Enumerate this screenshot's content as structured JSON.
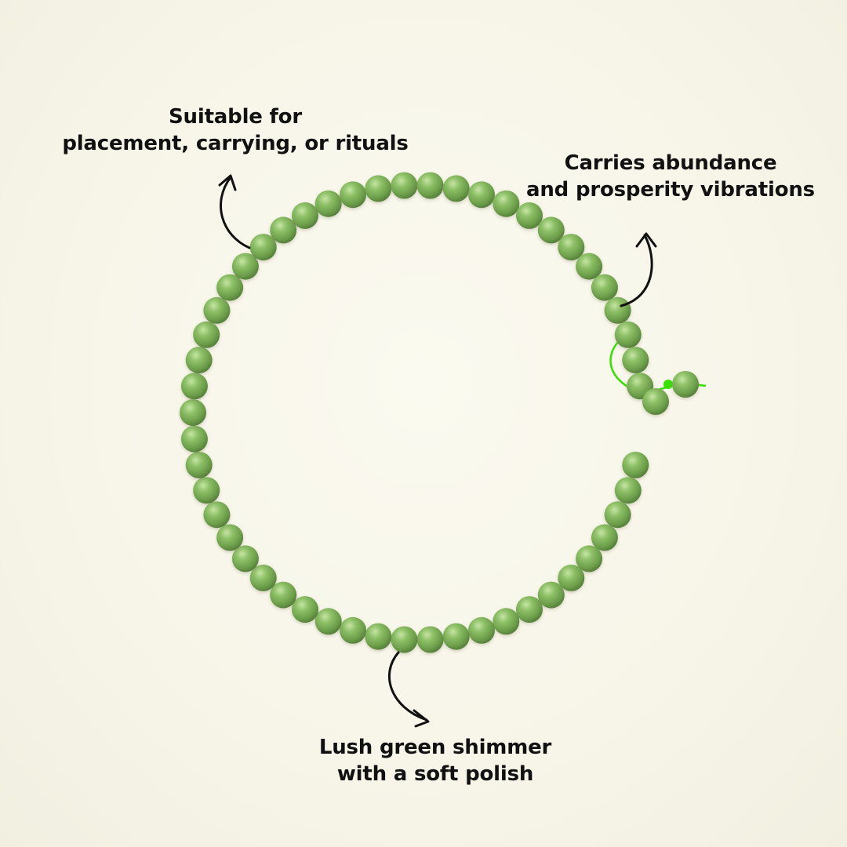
{
  "annotations": {
    "top_left": {
      "line1": "Suitable for",
      "line2": "placement, carrying, or rituals"
    },
    "top_right": {
      "line1": "Carries abundance",
      "line2": "and prosperity vibrations"
    },
    "bottom": {
      "line1": "Lush green shimmer",
      "line2": "with a soft polish"
    }
  },
  "colors": {
    "background": "#f6f4e7",
    "bead": "#7fae5b",
    "bead_dark": "#5e8f40",
    "bead_light": "#b5d98f",
    "thread": "#37e000",
    "text": "#111111"
  },
  "icons": [
    "curved-arrow-icon",
    "curved-arrow-icon",
    "curved-arrow-icon"
  ]
}
